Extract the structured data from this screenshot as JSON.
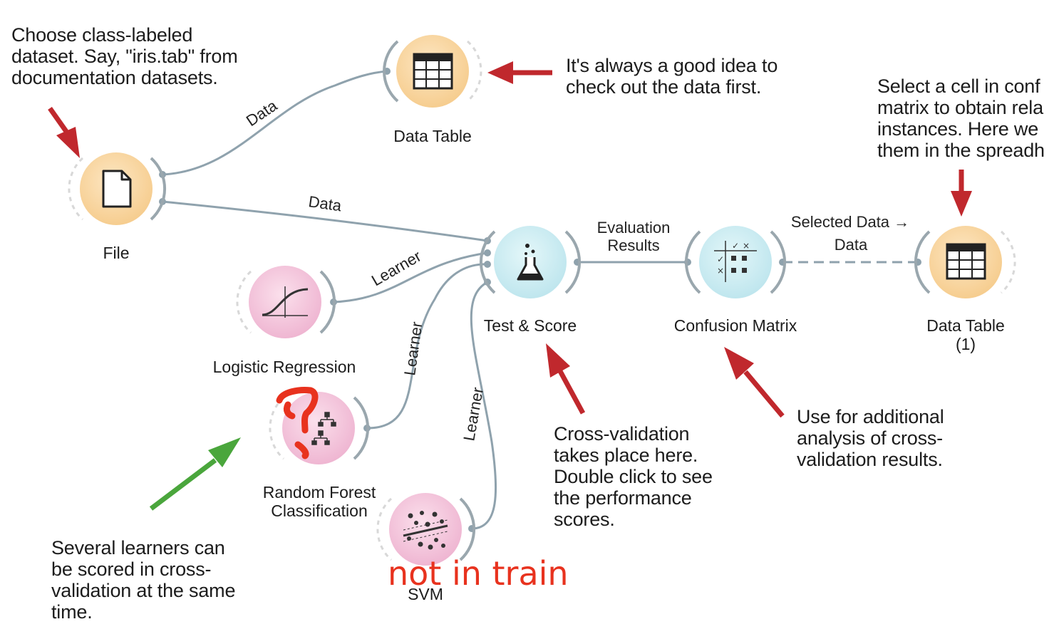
{
  "notes": {
    "file_note": "Choose class-labeled\ndataset. Say, \"iris.tab\" from\ndocumentation datasets.",
    "datatable_note": "It's always a good idea to\ncheck out the data first.",
    "select_note": "Select a cell in conf\nmatrix to obtain rela\ninstances. Here we\nthem in the spreadh",
    "learners_note": "Several learners can\nbe scored in cross-\nvalidation at the same\ntime.",
    "crossval_note": "Cross-validation\ntakes place here.\nDouble click to see\nthe performance\nscores.",
    "confusion_note": "Use for additional\nanalysis of cross-\nvalidation results."
  },
  "widgets": {
    "file": "File",
    "data_table": "Data Table",
    "test_score": "Test & Score",
    "confusion_matrix": "Confusion Matrix",
    "data_table_1": "Data Table (1)",
    "logistic_regression": "Logistic Regression",
    "random_forest": "Random Forest\nClassification",
    "svm": "SVM"
  },
  "edges": {
    "data_top": "Data",
    "data_mid": "Data",
    "learner_lr": "Learner",
    "learner_rf": "Learner",
    "learner_svm": "Learner",
    "eval_line1": "Evaluation",
    "eval_line2": "Results",
    "selected_line1": "Selected Data →",
    "selected_line2": "Data"
  },
  "annotations": {
    "question_mark": "?",
    "not_in_train": "not in train"
  },
  "colors": {
    "orange_node": "#f9d8a3",
    "blue_node": "#c9ecf1",
    "pink_node": "#f4c6dd",
    "link": "#8fa2ad",
    "arrow_red": "#c0282d",
    "arrow_green": "#4aa63c",
    "scribble_red": "#e8321e"
  }
}
